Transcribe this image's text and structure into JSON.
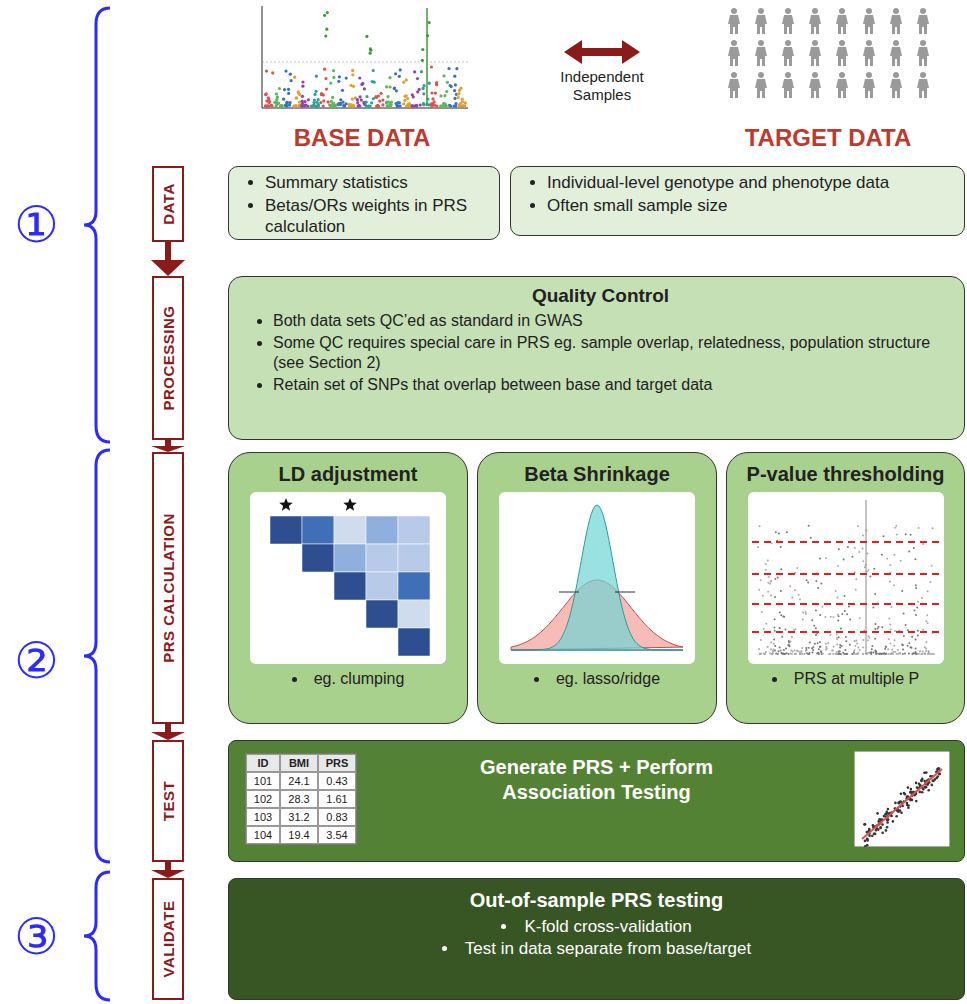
{
  "diagram": {
    "nodes": [
      {
        "text": [
          "DATA"
        ]
      },
      {
        "text": [
          "Summary statistics",
          "Betas/ORs weights in PRS calculation"
        ]
      },
      {
        "text": [
          "Individual-level genotype and phenotype data",
          "Often small sample size"
        ]
      },
      {
        "text": [
          "PROCESSING"
        ]
      },
      {
        "text": [
          "Quality Control",
          "Both data sets QC’ed as standard in GWAS",
          "Some QC requires special care in PRS eg. sample overlap, relatedness, population structure (see Section 2)",
          "Retain set of SNPs that overlap between base and target data"
        ]
      },
      {
        "text": [
          "PRS CALCULATION"
        ]
      },
      {
        "text": [
          "LD adjustment",
          "eg. clumping"
        ]
      },
      {
        "text": [
          "Beta Shrinkage",
          "eg. lasso/ridge"
        ]
      },
      {
        "text": [
          "P-value thresholding",
          "PRS at multiple P"
        ]
      },
      {
        "text": [
          "TEST"
        ]
      },
      {
        "text": [
          "Generate PRS + Perform Association Testing"
        ]
      },
      {
        "text": [
          "VALIDATE"
        ]
      },
      {
        "text": [
          "Out-of-sample PRS testing",
          "K-fold cross-validation",
          "Test in data separate from base/target"
        ]
      }
    ],
    "edges": [
      {
        "from": 0,
        "to": 3,
        "arrow": "to"
      },
      {
        "from": 3,
        "to": 5,
        "arrow": "to"
      },
      {
        "from": 5,
        "to": 9,
        "arrow": "to"
      },
      {
        "from": 9,
        "to": 11,
        "arrow": "to"
      }
    ],
    "labels": [
      "①",
      "②",
      "③",
      "BASE DATA",
      "TARGET DATA",
      "Independent Samples",
      "ID",
      "BMI",
      "PRS",
      "101",
      "24.1",
      "0.43",
      "102",
      "28.3",
      "1.61",
      "103",
      "31.2",
      "0.83",
      "104",
      "19.4",
      "3.54"
    ]
  }
}
